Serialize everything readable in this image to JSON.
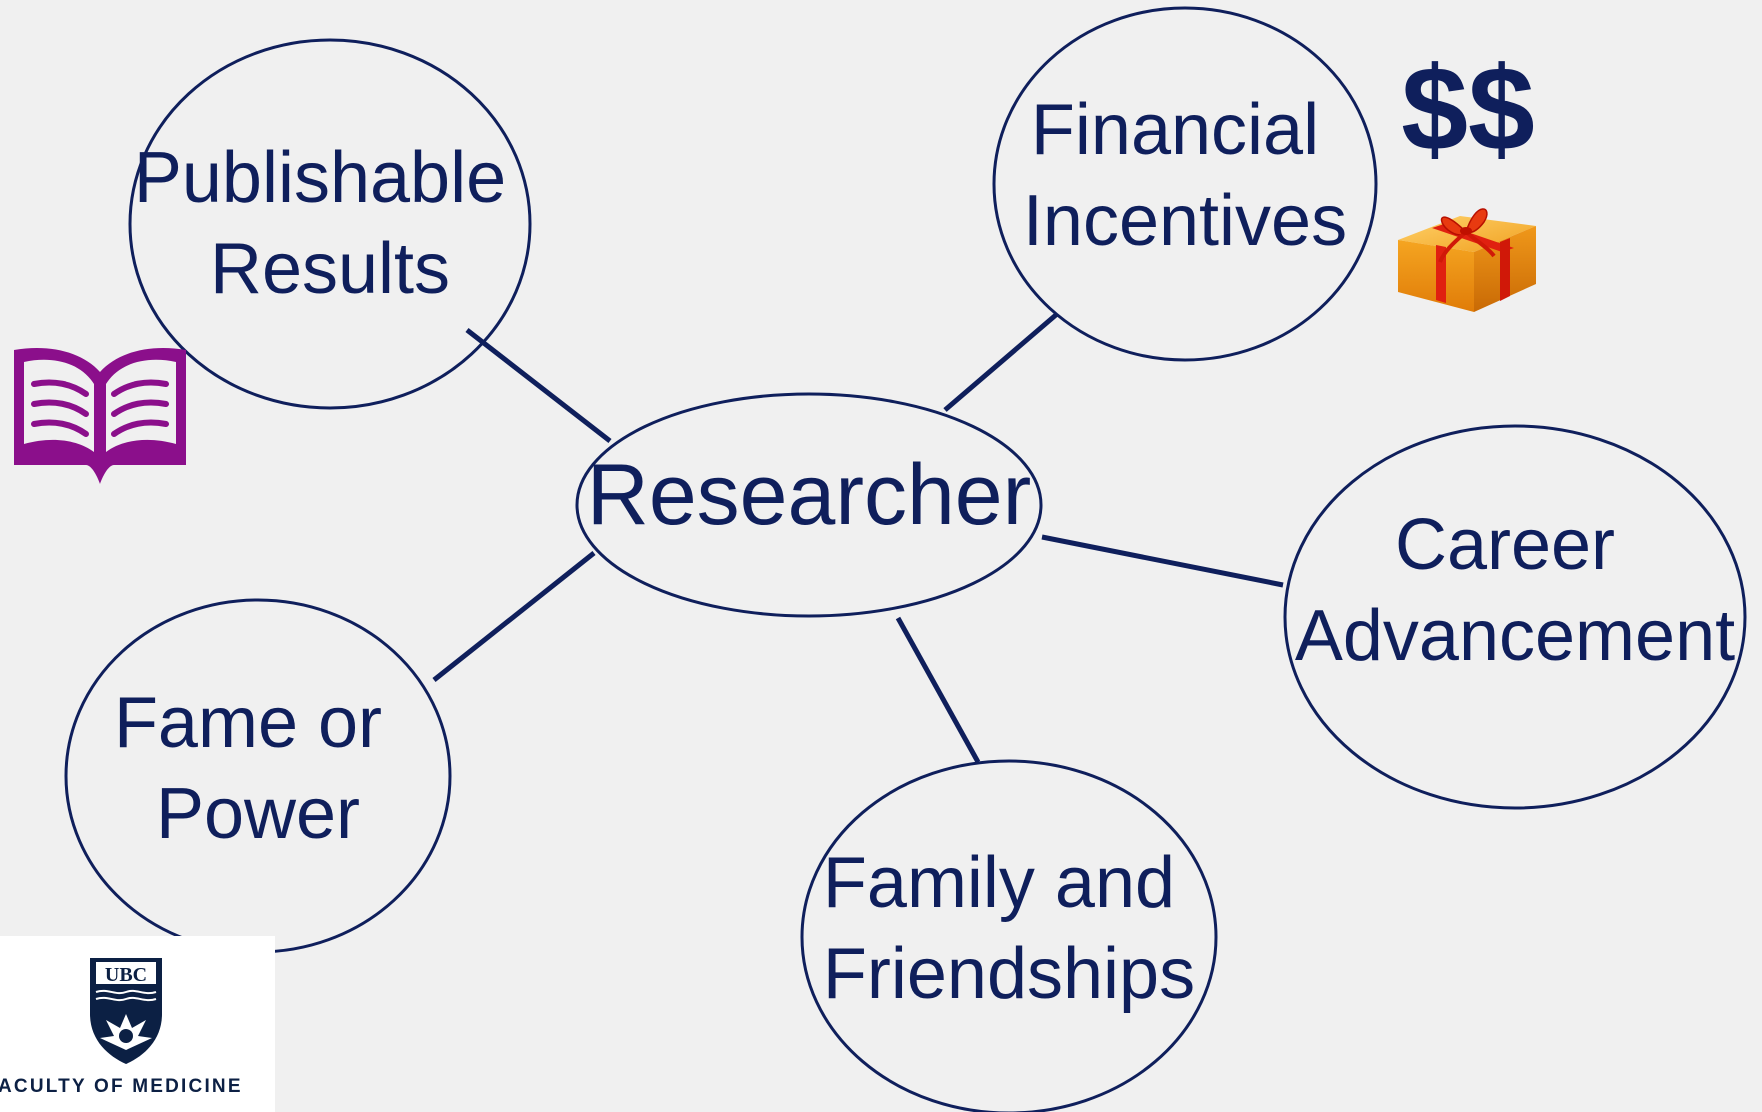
{
  "colors": {
    "background": "#f0f0f0",
    "node_stroke": "#0f1f5c",
    "node_text": "#0f1f5c",
    "connector": "#0f1f5c",
    "book_icon": "#8b0f8b",
    "dollar_text": "#0f1f5c",
    "gift_box": "#f0a020",
    "gift_ribbon": "#e02010"
  },
  "diagram": {
    "center": {
      "label": "Researcher"
    },
    "nodes": [
      {
        "id": "publishable-results",
        "lines": [
          "Publishable",
          "Results"
        ]
      },
      {
        "id": "financial-incentives",
        "lines": [
          "Financial",
          "Incentives"
        ]
      },
      {
        "id": "career-advancement",
        "lines": [
          "Career",
          "Advancement"
        ]
      },
      {
        "id": "family-and-friendships",
        "lines": [
          "Family and",
          "Friendships"
        ]
      },
      {
        "id": "fame-or-power",
        "lines": [
          "Fame or",
          "Power"
        ]
      }
    ]
  },
  "decorations": {
    "money": {
      "text": "$$"
    },
    "book": {
      "icon": "open-book-icon"
    },
    "gift": {
      "icon": "gift-box-icon"
    }
  },
  "logo": {
    "crest_text": "UBC",
    "caption": "ACULTY OF MEDICINE"
  }
}
